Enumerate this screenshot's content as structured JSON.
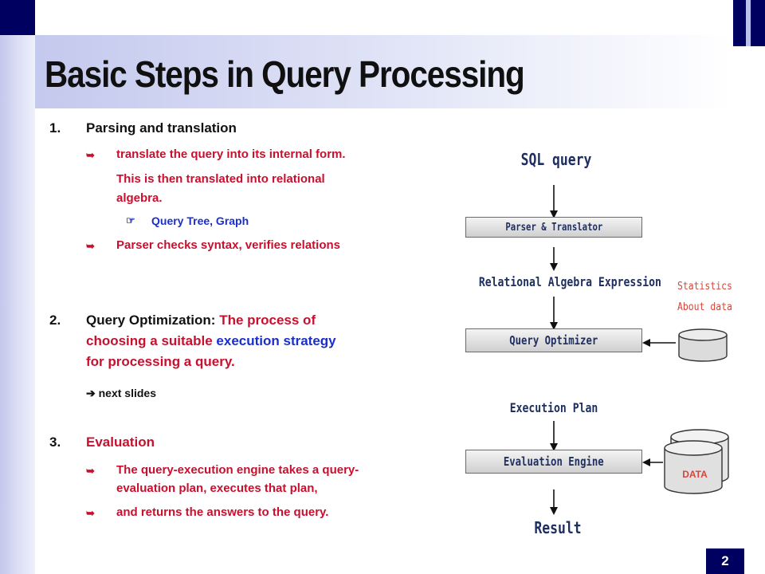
{
  "slide": {
    "title": "Basic Steps in Query Processing",
    "page_number": "2"
  },
  "steps": [
    {
      "number": "1.",
      "heading": "Parsing and translation",
      "lines": [
        "translate the query into its internal form.",
        "This is then translated into relational",
        "algebra.",
        "Query Tree, Graph",
        "Parser checks syntax, verifies relations"
      ]
    },
    {
      "number": "2.",
      "heading_parts": [
        "Query Optimization: ",
        "The process of",
        "choosing a suitable ",
        "execution strategy",
        "for processing a query."
      ],
      "note": " next slides"
    },
    {
      "number": "3.",
      "heading": "Evaluation",
      "lines": [
        "The query-execution engine takes a query-",
        "evaluation plan, executes that plan,",
        "and returns the answers to the query."
      ]
    }
  ],
  "diagram": {
    "sql_query": "SQL query",
    "parser": "Parser & Translator",
    "rae": "Relational Algebra Expression",
    "optimizer": "Query Optimizer",
    "exec_plan": "Execution Plan",
    "engine": "Evaluation Engine",
    "result": "Result",
    "stats_line1": "Statistics",
    "stats_line2": "About data",
    "data": "DATA"
  },
  "icons": {
    "bullet": "curved-arrow-bullet-icon",
    "sub_bullet": "pointing-hand-icon",
    "note_arrow": "right-arrow-icon"
  },
  "colors": {
    "navy": "#000060",
    "red_text": "#c8102e",
    "blue_text": "#1a2ecc",
    "diagram_text": "#1e2e5e"
  }
}
